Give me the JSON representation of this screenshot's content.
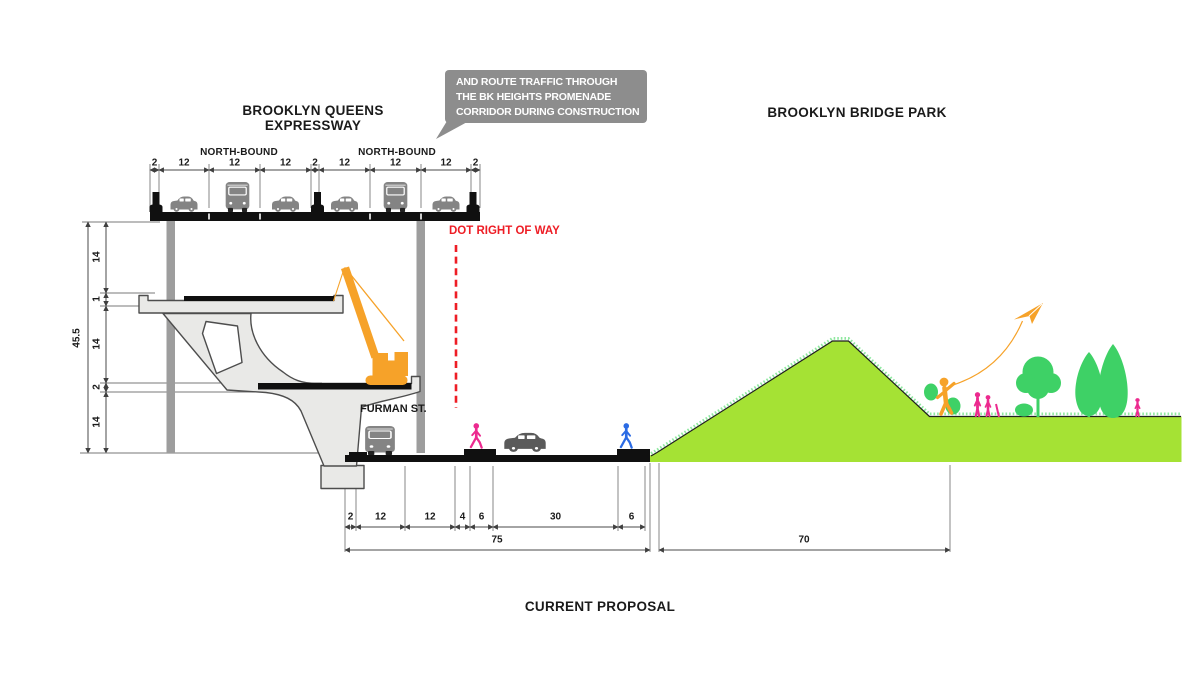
{
  "titles": {
    "expressway_line1": "BROOKLYN QUEENS",
    "expressway_line2": "EXPRESSWAY",
    "park": "BROOKLYN BRIDGE PARK",
    "proposal": "CURRENT PROPOSAL"
  },
  "labels": {
    "northbound_left": "NORTH-BOUND",
    "northbound_right": "NORTH-BOUND",
    "furman_street": "FURMAN ST.",
    "dot_right_of_way": "DOT RIGHT OF WAY"
  },
  "callout": {
    "lines": [
      "AND ROUTE TRAFFIC THROUGH",
      "THE BK HEIGHTS PROMENADE",
      "CORRIDOR DURING CONSTRUCTION"
    ]
  },
  "dims": {
    "deck": [
      "2",
      "12",
      "12",
      "12",
      "2",
      "12",
      "12",
      "12",
      "2"
    ],
    "left_total": "45.5",
    "left": [
      "14",
      "1",
      "14",
      "2",
      "14"
    ],
    "street": [
      "2",
      "12",
      "12",
      "4",
      "6",
      "30",
      "6"
    ],
    "street_total": "75",
    "park_total": "70"
  },
  "colors": {
    "road_black": "#101010",
    "structure_fill": "#e9e9e7",
    "structure_stroke": "#4d4d4d",
    "column_gray": "#9d9d9d",
    "vehicle_gray": "#848484",
    "grass_green": "#a5e234",
    "tree_green": "#3ed166",
    "grass_stipple": "#8fe8a0",
    "accent_pink": "#ec2a8f",
    "accent_blue": "#2b6be4",
    "accent_orange": "#f6a229",
    "alert_red": "#ee1d25",
    "callout_gray": "#8d8d8d"
  }
}
